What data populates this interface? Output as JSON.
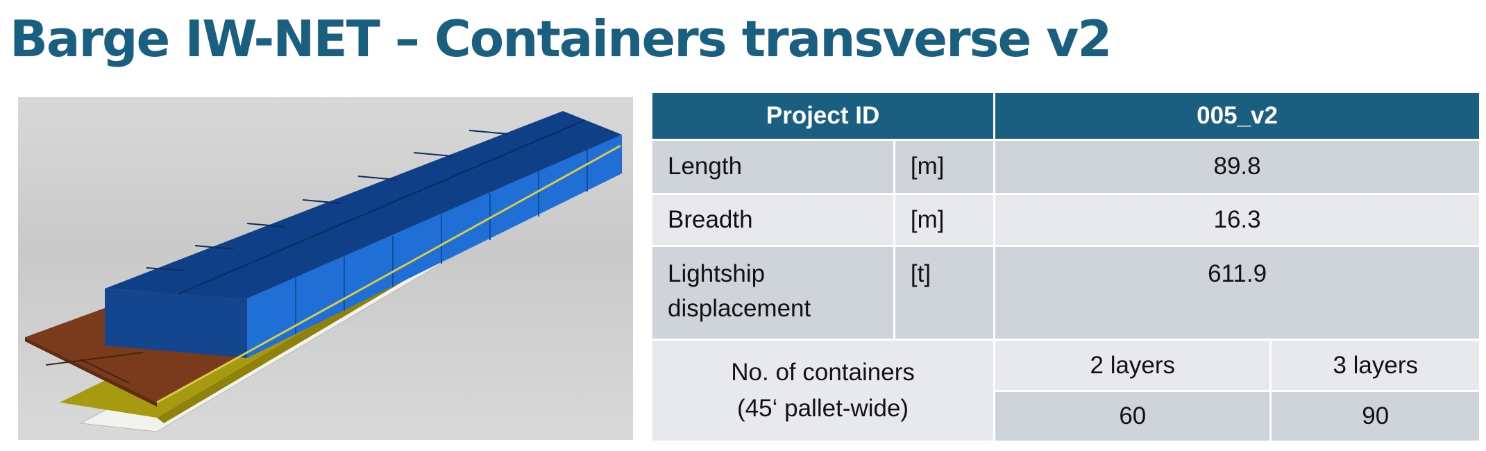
{
  "title": "Barge IW-NET – Containers transverse v2",
  "table": {
    "header": {
      "label": "Project ID",
      "value": "005_v2"
    },
    "rows": [
      {
        "label": "Length",
        "unit": "[m]",
        "value": "89.8"
      },
      {
        "label": "Breadth",
        "unit": "[m]",
        "value": "16.3"
      },
      {
        "label_line1": "Lightship",
        "label_line2": "displacement",
        "unit": "[t]",
        "value": "611.9"
      }
    ],
    "containers": {
      "label_line1": "No. of containers",
      "label_line2": "(45‘ pallet-wide)",
      "col1_header": "2 layers",
      "col2_header": "3 layers",
      "col1_value": "60",
      "col2_value": "90"
    }
  },
  "colors": {
    "title": "#1a5f7f",
    "header_bg": "#1a5f7f",
    "row_dark": "#cfd4db",
    "row_light": "#e7e9ed",
    "container_blue": "#1f6fd6",
    "deck_brown": "#7a3b1c",
    "hull_yellow": "#a89a10"
  }
}
